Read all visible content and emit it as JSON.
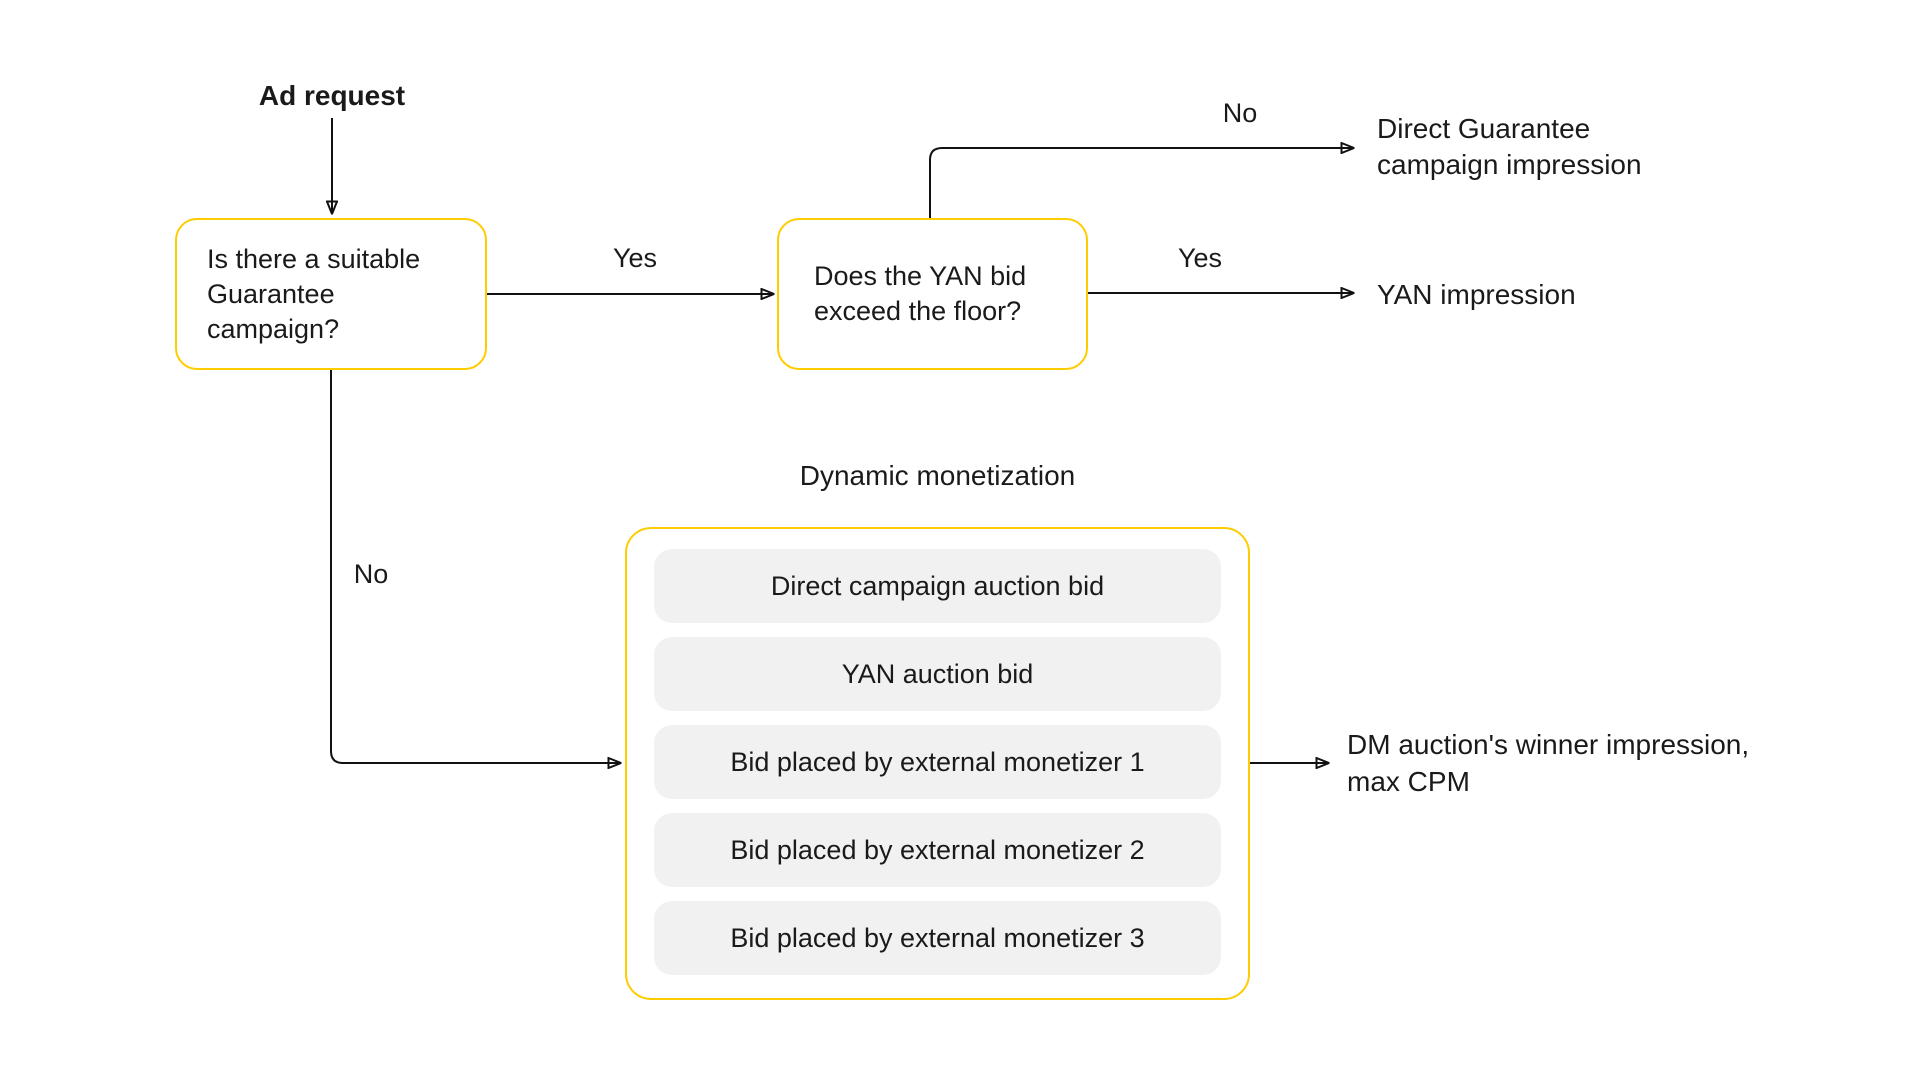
{
  "colors": {
    "accent": "#FFCC00",
    "pill_background": "#F1F1F1",
    "text": "#1A1A1A",
    "arrow": "#111111"
  },
  "start": {
    "label": "Ad request"
  },
  "questions": {
    "guarantee": "Is there a suitable\nGuarantee\ncampaign?",
    "yan": "Does the YAN bid\nexceed the floor?"
  },
  "edges": {
    "guarantee_yes": "Yes",
    "guarantee_no": "No",
    "yan_yes": "Yes",
    "yan_no": "No"
  },
  "results": {
    "direct_guarantee": "Direct Guarantee\ncampaign impression",
    "yan_impression": "YAN impression",
    "dm_winner": "DM auction's winner impression,\nmax CPM"
  },
  "dm": {
    "title": "Dynamic monetization",
    "bids": [
      "Direct campaign auction bid",
      "YAN auction bid",
      "Bid placed by external monetizer 1",
      "Bid placed by external monetizer 2",
      "Bid placed by external monetizer 3"
    ]
  }
}
